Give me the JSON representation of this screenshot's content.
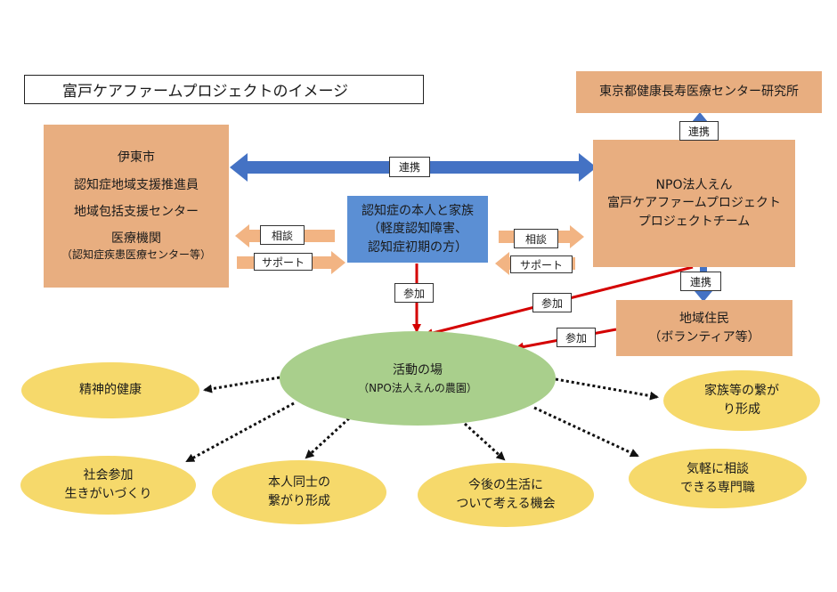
{
  "title": "富戸ケアファームプロジェクトのイメージ",
  "city": {
    "line1": "伊東市",
    "line2": "認知症地域支援推進員",
    "line3": "地域包括支援センター",
    "line4": "医療機関",
    "line5": "（認知症疾患医療センター等）"
  },
  "institute": "東京都健康長寿医療センター研究所",
  "npo": {
    "line1": "NPO法人えん",
    "line2": "富戸ケアファームプロジェクト",
    "line3": "プロジェクトチーム"
  },
  "person": {
    "line1": "認知症の本人と家族",
    "line2": "（軽度認知障害、",
    "line3": "認知症初期の方）"
  },
  "residents": {
    "line1": "地域住民",
    "line2": "（ボランティア等）"
  },
  "hub": {
    "line1": "活動の場",
    "line2": "（NPO法人えんの農園）"
  },
  "labels": {
    "renkei_main": "連携",
    "renkei_top": "連携",
    "renkei_bottom": "連携",
    "soudan_left": "相談",
    "support_left": "サポート",
    "soudan_right": "相談",
    "support_right": "サポート",
    "sanka_person": "参加",
    "sanka_npo": "参加",
    "sanka_residents": "参加"
  },
  "outcomes": {
    "mental": "精神的健康",
    "family_l1": "家族等の繋が",
    "family_l2": "り形成",
    "social_l1": "社会参加",
    "social_l2": "生きがいづくり",
    "peers_l1": "本人同士の",
    "peers_l2": "繋がり形成",
    "future_l1": "今後の生活に",
    "future_l2": "ついて考える機会",
    "consult_l1": "気軽に相談",
    "consult_l2": "できる専門職"
  },
  "colors": {
    "org_fill": "#e8ae80",
    "person_fill": "#5b8fd4",
    "hub_fill": "#a9cf8c",
    "outcome_fill": "#f6d96b",
    "renkei_arrow": "#4472c4",
    "red_arrow": "#d40000",
    "orange_arrow": "#f2b483"
  }
}
